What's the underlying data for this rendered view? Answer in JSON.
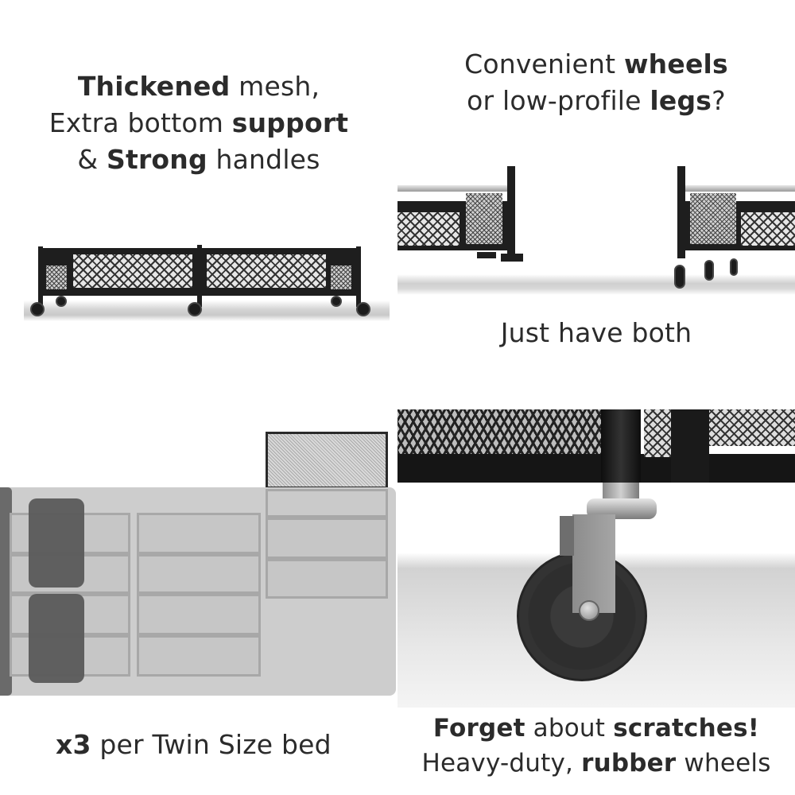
{
  "quadrants": {
    "top_left": {
      "caption_lines": [
        [
          {
            "text": "Thickened",
            "bold": true
          },
          {
            "text": " mesh,",
            "bold": false
          }
        ],
        [
          {
            "text": "Extra bottom ",
            "bold": false
          },
          {
            "text": "support",
            "bold": true
          }
        ],
        [
          {
            "text": "& ",
            "bold": false
          },
          {
            "text": "Strong",
            "bold": true
          },
          {
            "text": " handles",
            "bold": false
          }
        ]
      ],
      "image": "rolling-underbed-storage-two-bins-on-wheels"
    },
    "top_right": {
      "caption_lines": [
        [
          {
            "text": "Convenient ",
            "bold": false
          },
          {
            "text": "wheels",
            "bold": true
          }
        ],
        [
          {
            "text": "or low-profile ",
            "bold": false
          },
          {
            "text": "legs",
            "bold": true
          },
          {
            "text": "?",
            "bold": false
          }
        ]
      ],
      "subcaption": "Just have both",
      "image": "bin-with-legs-vs-bin-with-wheels"
    },
    "bottom_left": {
      "caption_lines": [
        [
          {
            "text": "x3",
            "bold": true
          },
          {
            "text": " per Twin Size bed",
            "bold": false
          }
        ]
      ],
      "image": "top-view-three-bins-under-twin-bed"
    },
    "bottom_right": {
      "caption_lines": [
        [
          {
            "text": "Forget",
            "bold": true
          },
          {
            "text": " about ",
            "bold": false
          },
          {
            "text": "scratches!",
            "bold": true
          }
        ],
        [
          {
            "text": "Heavy-duty, ",
            "bold": false
          },
          {
            "text": "rubber",
            "bold": true
          },
          {
            "text": " wheels",
            "bold": false
          }
        ]
      ],
      "image": "closeup-rubber-caster-wheel"
    }
  },
  "colors": {
    "background": "#ffffff",
    "text": "#2b2b2b",
    "frame": "#1e1e1e",
    "bed_overlay": "#c8c8c8",
    "pillow": "#5a5a5a",
    "caster_metal": "#9a9a9a",
    "wheel_rubber": "#2e2e2e"
  }
}
